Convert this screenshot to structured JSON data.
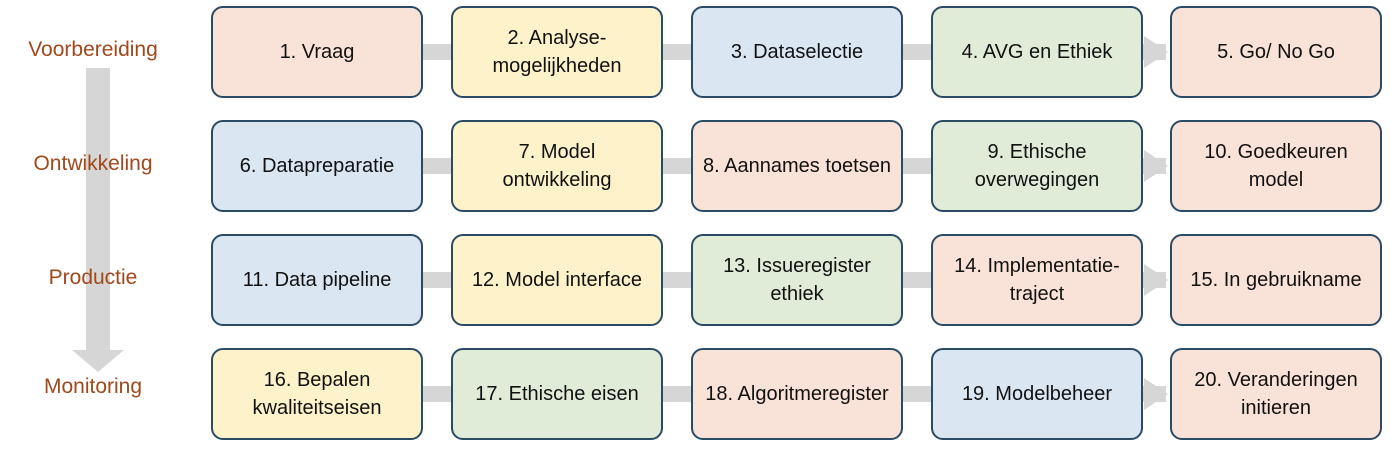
{
  "colors": {
    "salmon": "#f9e3d8",
    "yellow": "#fdf2c9",
    "blue": "#dbe6f3",
    "green": "#e1ecd8",
    "border": "#2b4a63",
    "phase_label": "#a0481c",
    "connector": "#d6d6d6"
  },
  "phases": [
    {
      "label": "Voorbereiding",
      "steps": [
        {
          "text": "1. Vraag",
          "color": "salmon"
        },
        {
          "text": "2. Analyse-mogelijkheden",
          "color": "yellow"
        },
        {
          "text": "3. Dataselectie",
          "color": "blue"
        },
        {
          "text": "4. AVG en Ethiek",
          "color": "green"
        },
        {
          "text": "5. Go/ No Go",
          "color": "salmon"
        }
      ]
    },
    {
      "label": "Ontwikkeling",
      "steps": [
        {
          "text": "6. Datapreparatie",
          "color": "blue"
        },
        {
          "text": "7. Model ontwikkeling",
          "color": "yellow"
        },
        {
          "text": "8. Aannames toetsen",
          "color": "salmon"
        },
        {
          "text": "9. Ethische overwegingen",
          "color": "green"
        },
        {
          "text": "10. Goedkeuren model",
          "color": "salmon"
        }
      ]
    },
    {
      "label": "Productie",
      "steps": [
        {
          "text": "11. Data pipeline",
          "color": "blue"
        },
        {
          "text": "12. Model interface",
          "color": "yellow"
        },
        {
          "text": "13. Issueregister ethiek",
          "color": "green"
        },
        {
          "text": "14. Implementatie-traject",
          "color": "salmon"
        },
        {
          "text": "15. In gebruikname",
          "color": "salmon"
        }
      ]
    },
    {
      "label": "Monitoring",
      "steps": [
        {
          "text": "16. Bepalen kwaliteitseisen",
          "color": "yellow"
        },
        {
          "text": "17. Ethische eisen",
          "color": "green"
        },
        {
          "text": "18. Algoritmeregister",
          "color": "salmon"
        },
        {
          "text": "19. Modelbeheer",
          "color": "blue"
        },
        {
          "text": "20. Veranderingen initieren",
          "color": "salmon"
        }
      ]
    }
  ]
}
